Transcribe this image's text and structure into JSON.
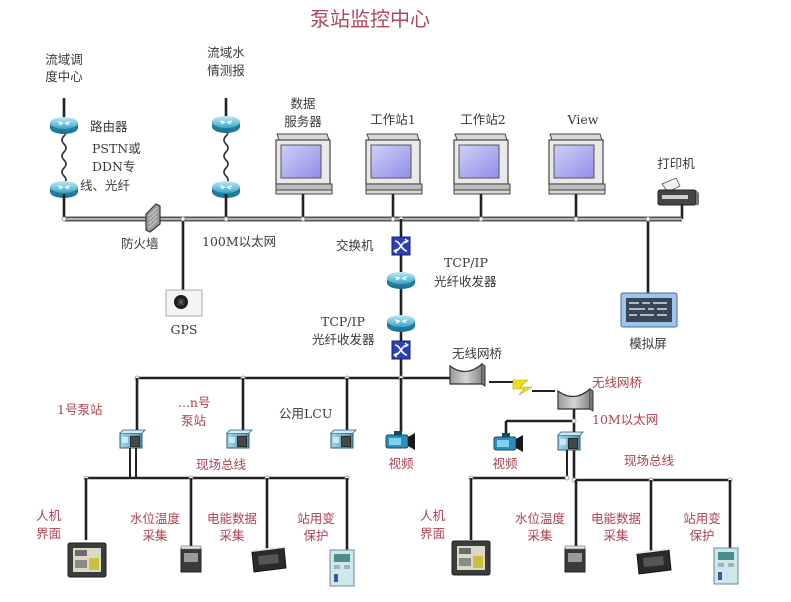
{
  "title": "泵站监控中心",
  "upper": {
    "basin_dispatch": [
      "流域调",
      "度中心"
    ],
    "basin_hydro": [
      "流域水",
      "情测报"
    ],
    "router_label": "路由器",
    "link_label": [
      "PSTN或",
      "DDN专",
      "线、光纤"
    ],
    "firewall": "防火墙",
    "ethernet_100m": "100M以太网",
    "gps": "GPS",
    "data_server": [
      "数据",
      "服务器"
    ],
    "workstation1": "工作站1",
    "workstation2": "工作站2",
    "view": "View",
    "printer": "打印机",
    "mimic_panel": "模拟屏",
    "switch": "交换机",
    "transceiver_upper": [
      "TCP/IP",
      "光纤收发器"
    ],
    "transceiver_lower": [
      "TCP/IP",
      "光纤收发器"
    ],
    "wireless_bridge_left": "无线网桥"
  },
  "left_field": {
    "station1": "1号泵站",
    "station_n": [
      "...n号",
      "泵站"
    ],
    "public_lcu": "公用LCU",
    "video": "视频",
    "fieldbus": "现场总线",
    "hmi": [
      "人机",
      "界面"
    ],
    "water_temp": [
      "水位温度",
      "采集"
    ],
    "energy": [
      "电能数据",
      "采集"
    ],
    "station_protect": [
      "站用变",
      "保护"
    ]
  },
  "right_field": {
    "wireless_bridge": "无线网桥",
    "ethernet_10m": "10M以太网",
    "video": "视频",
    "fieldbus": "现场总线",
    "hmi": [
      "人机",
      "界面"
    ],
    "water_temp": [
      "水位温度",
      "采集"
    ],
    "energy": [
      "电能数据",
      "采集"
    ],
    "station_protect": [
      "站用变",
      "保护"
    ]
  },
  "colors": {
    "title": "#b04858",
    "label_red": "#b0404f",
    "label_dark": "#3a3a3a",
    "router_blue": "#3aa6c9",
    "switch_blue": "#2a3fb8",
    "monitor_screen": "#a9a8f0",
    "lightning": "#e8e020"
  }
}
